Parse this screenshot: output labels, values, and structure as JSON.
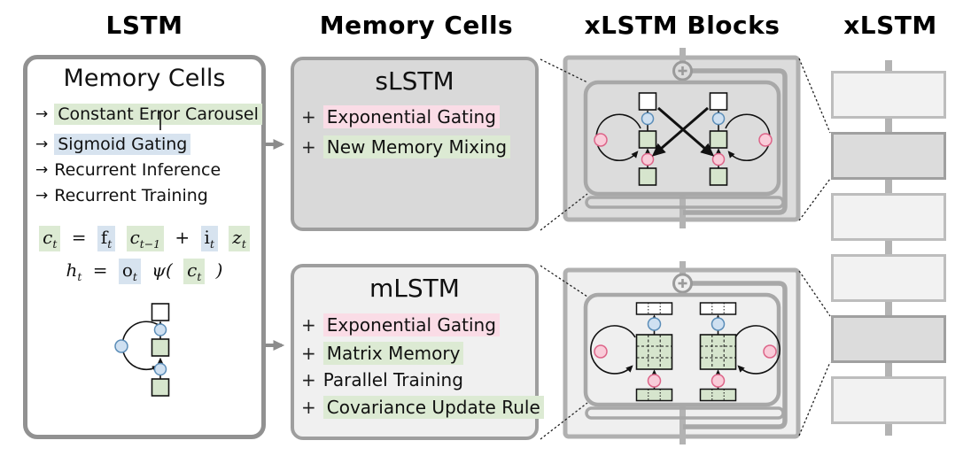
{
  "headers": {
    "col1": "LSTM",
    "col2": "Memory Cells",
    "col3": "xLSTM Blocks",
    "col4": "xLSTM"
  },
  "lstm_box": {
    "title": "Memory Cells",
    "bullet_glyph": "→",
    "bullets": [
      {
        "label": "Constant Error Carousel",
        "highlight": "green"
      },
      {
        "label": "Sigmoid Gating",
        "highlight": "blue"
      },
      {
        "label": "Recurrent Inference",
        "highlight": "none"
      },
      {
        "label": "Recurrent Training",
        "highlight": "none"
      }
    ],
    "eq1": {
      "c": {
        "base": "c",
        "sub": "t"
      },
      "eq": "=",
      "f": {
        "base": "f",
        "sub": "t"
      },
      "cm1": {
        "base": "c",
        "sub": "t−1"
      },
      "plus": "+",
      "i": {
        "base": "i",
        "sub": "t"
      },
      "z": {
        "base": "z",
        "sub": "t"
      }
    },
    "eq2": {
      "h": {
        "base": "h",
        "sub": "t"
      },
      "eq": "=",
      "o": {
        "base": "o",
        "sub": "t"
      },
      "psi": "ψ(",
      "c": {
        "base": "c",
        "sub": "t"
      },
      "close": ")"
    }
  },
  "slstm_box": {
    "title": "sLSTM",
    "plus_glyph": "+",
    "features": [
      {
        "label": "Exponential Gating",
        "highlight": "pink"
      },
      {
        "label": "New Memory Mixing",
        "highlight": "green"
      }
    ]
  },
  "mlstm_box": {
    "title": "mLSTM",
    "plus_glyph": "+",
    "features": [
      {
        "label": "Exponential Gating",
        "highlight": "pink"
      },
      {
        "label": "Matrix Memory",
        "highlight": "green"
      },
      {
        "label": "Parallel Training",
        "highlight": "none"
      },
      {
        "label": "Covariance Update Rule",
        "highlight": "green"
      }
    ]
  },
  "stack": {
    "block_variants": [
      "light",
      "dark",
      "light",
      "light",
      "dark",
      "light"
    ]
  },
  "icons": {
    "sum_icon": "circled-plus residual add",
    "bullet_arrow_icon": "right arrow",
    "flow_arrow_icon": "thick gray right arrow"
  },
  "colors": {
    "highlight_green": "#dcead3",
    "highlight_blue": "#d7e3ef",
    "highlight_pink": "#fadce6",
    "cell_green_fill": "#d6e5cd",
    "gate_blue_fill": "#cfe0f1",
    "gate_blue_stroke": "#5b8db8",
    "gate_pink_fill": "#f9ccd9",
    "gate_pink_stroke": "#dd6488",
    "slstm_box_fill": "#d9d9d9",
    "mlstm_box_fill": "#f0f0f0",
    "box_border_gray": "#9e9e9e",
    "block_fill_dark": "#dcdcdc",
    "block_fill_light": "#efefef",
    "block_line_gray": "#a8a8a8",
    "stream_bar_gray": "#b3b3b3",
    "flow_arrow_gray": "#8c8c8c"
  }
}
